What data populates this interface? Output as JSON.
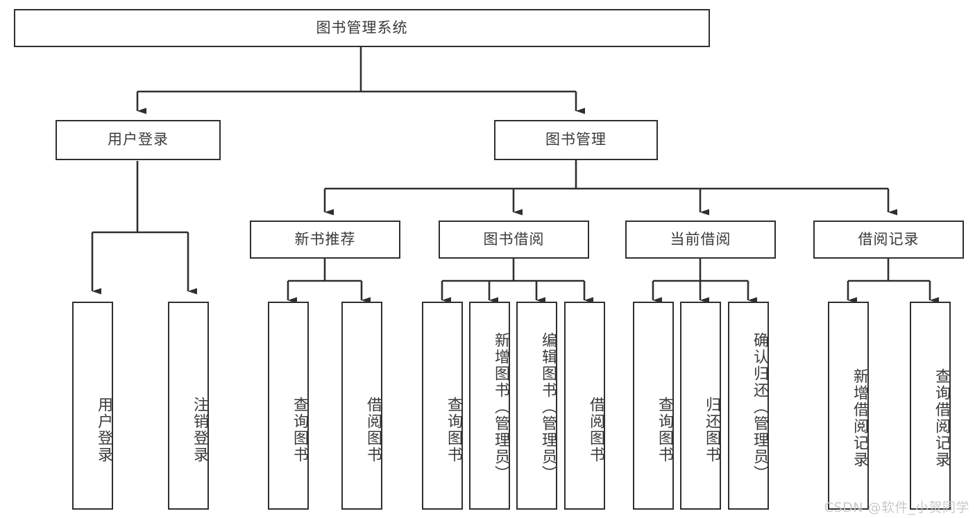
{
  "diagram": {
    "title_node": {
      "label": "图书管理系统"
    },
    "level2": [
      {
        "id": "user-login",
        "label": "用户登录"
      },
      {
        "id": "book-management",
        "label": "图书管理"
      }
    ],
    "level3": [
      {
        "id": "new-book-recommend",
        "label": "新书推荐"
      },
      {
        "id": "book-borrow",
        "label": "图书借阅"
      },
      {
        "id": "current-borrow",
        "label": "当前借阅"
      },
      {
        "id": "borrow-record",
        "label": "借阅记录"
      }
    ],
    "leaves": [
      {
        "id": "leaf-user-login",
        "label": "用户登录"
      },
      {
        "id": "leaf-logout-login",
        "label": "注销登录"
      },
      {
        "id": "leaf-query-book-1",
        "label": "查询图书"
      },
      {
        "id": "leaf-borrow-book-1",
        "label": "借阅图书"
      },
      {
        "id": "leaf-query-book-2",
        "label": "查询图书"
      },
      {
        "id": "leaf-add-book-admin",
        "label": "新增图书（管理员）"
      },
      {
        "id": "leaf-edit-book-admin",
        "label": "编辑图书（管理员）"
      },
      {
        "id": "leaf-borrow-book-2",
        "label": "借阅图书"
      },
      {
        "id": "leaf-query-book-3",
        "label": "查询图书"
      },
      {
        "id": "leaf-return-book",
        "label": "归还图书"
      },
      {
        "id": "leaf-confirm-return-admin",
        "label": "确认归还（管理员）"
      },
      {
        "id": "leaf-add-borrow-record",
        "label": "新增借阅记录"
      },
      {
        "id": "leaf-query-borrow-record",
        "label": "查询借阅记录"
      }
    ],
    "watermark": "CSDN @软件_小贺同学",
    "colors": {
      "stroke": "#2f2f2f",
      "text": "#3a3a3a",
      "background": "#ffffff",
      "watermark": "#c9c9c9"
    }
  }
}
